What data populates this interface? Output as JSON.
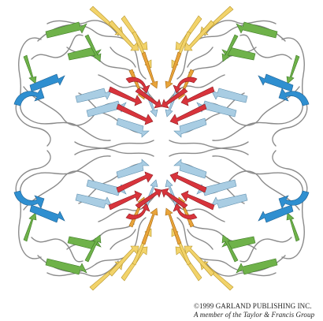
{
  "credit": {
    "copyright": "©1999 GARLAND PUBLISHING INC.",
    "member": "A member of the Taylor & Francis Group"
  },
  "colors": {
    "background": "#ffffff",
    "coil": "#8a8a8a",
    "green": "#6fb24a",
    "blue": "#2f8fd0",
    "light_blue": "#a9cde3",
    "yellow": "#f2d36a",
    "orange": "#e9a43a",
    "red": "#d8343c"
  },
  "icons": [
    "tetramer-ribbon-illustration"
  ]
}
